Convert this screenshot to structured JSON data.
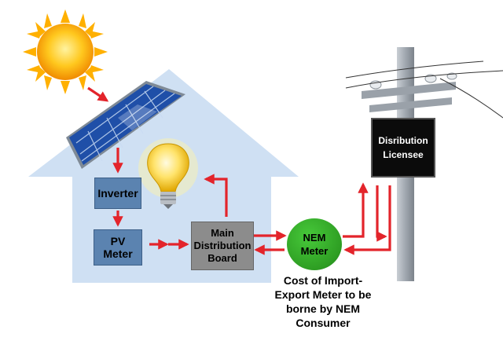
{
  "diagram": {
    "inverter_label": "Inverter",
    "pv_meter_label": "PV\nMeter",
    "main_board_label": "Main\nDistribution\nBoard",
    "nem_meter_label": "NEM\nMeter",
    "licensee_label": "Disribution\nLicensee",
    "caption": "Cost of Import-\nExport Meter to be\nborne by NEM\nConsumer"
  },
  "colors": {
    "house": "#cfe0f3",
    "arrow": "#e3242b",
    "box_blue": "#5b83b0",
    "box_grey": "#8c8c8c",
    "nem_green": "#2e9e23",
    "pole": "#a7aeb6"
  }
}
